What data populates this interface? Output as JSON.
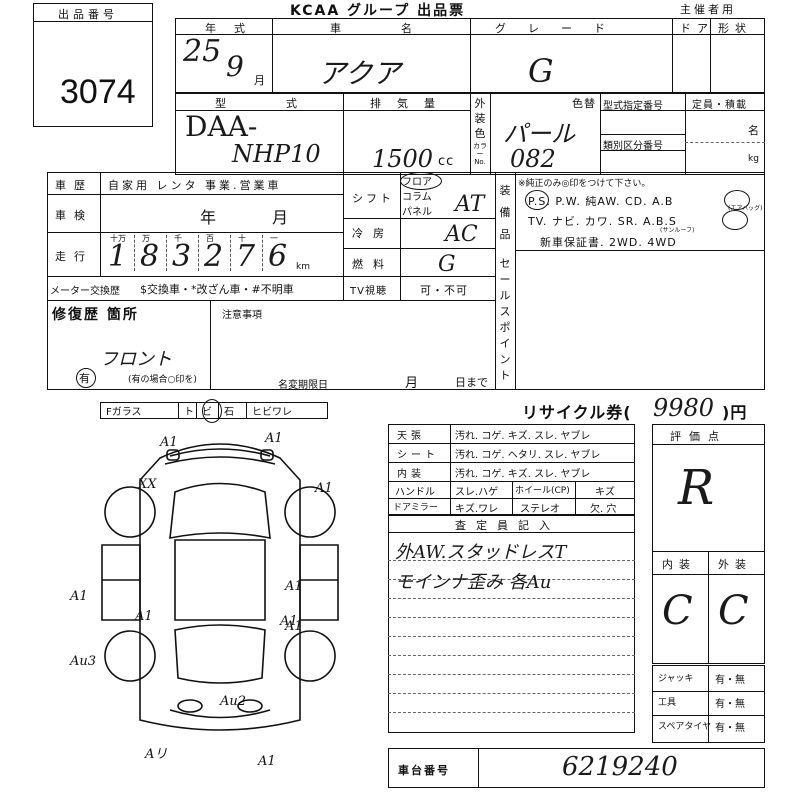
{
  "header": {
    "lot_no_label": "出品番号",
    "lot_no": "3074",
    "group_title": "KCAA グループ 出品票",
    "organizer_label": "主催者用"
  },
  "vehicle": {
    "year_label": "年式",
    "year_value": "25",
    "month_value": "9",
    "month_unit": "月",
    "name_label": "車名",
    "name_value": "アクア",
    "grade_label": "グレード",
    "grade_value": "G",
    "door_label": "ドア",
    "shape_label": "形状",
    "model_label": "型式",
    "model_value_1": "DAA-",
    "model_value_2": "NHP10",
    "displacement_label": "排気量",
    "displacement_value": "1500",
    "displacement_unit": "cc",
    "exterior_color_label": "外装色",
    "color_code_label": "カラーNo.",
    "color_change_label": "色替",
    "color_value": "パール",
    "color_code": "082",
    "type_designation_label": "型式指定番号",
    "category_label": "類別区分番号",
    "capacity_label": "定員・積載",
    "capacity_unit_1": "名",
    "capacity_unit_2": "kg"
  },
  "history": {
    "car_history_label": "車歴",
    "options": "自家用 レンタ 事業.営業車",
    "inspection_label": "車検",
    "inspection_year": "年",
    "inspection_month": "月",
    "mileage_label": "走行",
    "mileage_digit_labels": [
      "十万",
      "万",
      "千",
      "百",
      "十",
      "一"
    ],
    "mileage_digits": [
      "1",
      "8",
      "3",
      "2",
      "7",
      "6"
    ],
    "mileage_unit": "km",
    "meter_exchange_label": "メーター交換歴",
    "meter_exchange_options": "$交換車・*改ざん車・#不明車",
    "repair_label": "修復歴 箇所",
    "repair_note": "フロント",
    "repair_mark": "有",
    "repair_hint": "(有の場合○印を)",
    "notes_label": "注意事項",
    "name_change_label": "名変期限日",
    "name_change_month": "月",
    "name_change_day": "日まで"
  },
  "specs": {
    "shift_label": "シフト",
    "shift_types": [
      "フロア",
      "コラム",
      "パネル"
    ],
    "shift_value": "AT",
    "ac_label": "冷房",
    "ac_value": "AC",
    "fuel_label": "燃料",
    "fuel_value": "G",
    "tv_label": "TV視聴",
    "tv_value": "可・不可"
  },
  "equipment": {
    "side_label": "装備品",
    "note": "※純正のみ◎印をつけて下さい。",
    "row1": "P.S.  P.W.  純AW.  CD.  A.B",
    "row1_sub": "(エアバッグ)",
    "row2": "TV.  ナビ.  カワ.  SR.  A.B.S",
    "row2_sub": "(サンルーフ)",
    "row3": "新車保証書.  2WD.  4WD",
    "sales_point_label": "セールスポイント"
  },
  "glass": {
    "cells": [
      "Fガラス",
      "ト",
      "ビ",
      "石",
      "ヒビワレ"
    ]
  },
  "recycle": {
    "label": "リサイクル券(",
    "value": "9980",
    "unit": ")円"
  },
  "interior_table": {
    "rows": [
      {
        "label": "天張",
        "opts": "汚れ. コゲ. キズ. スレ. ヤブレ"
      },
      {
        "label": "シート",
        "opts": "汚れ. コゲ. ヘタリ. スレ. ヤブレ"
      },
      {
        "label": "内装",
        "opts": "汚れ. コゲ. キズ. スレ. ヤブレ"
      }
    ],
    "handle_label": "ハンドル",
    "handle_opts": "スレ.ハゲ",
    "wheel_label": "ホイール(CP)",
    "wheel_opts": "キズ",
    "mirror_label": "ドアミラー",
    "mirror_opts": "キズ.ワレ",
    "stereo_label": "ステレオ",
    "stereo_opts": "欠. 穴"
  },
  "inspector": {
    "label": "査定員記入",
    "line1": "外AW.スタッドレスT",
    "line2": "モインナ歪み 各Au"
  },
  "rating": {
    "label": "評価点",
    "value": "R",
    "interior_label": "内装",
    "exterior_label": "外装",
    "interior_value": "C",
    "exterior_value": "C"
  },
  "accessories": [
    {
      "label": "ジャッキ",
      "value": "有・無"
    },
    {
      "label": "工具",
      "value": "有・無"
    },
    {
      "label": "スペアタイヤ",
      "value": "有・無"
    }
  ],
  "chassis": {
    "label": "車台番号",
    "value": "6219240"
  },
  "diagram_marks": [
    {
      "id": "m1",
      "text": "A1"
    },
    {
      "id": "m2",
      "text": "A1"
    },
    {
      "id": "m3",
      "text": "XX"
    },
    {
      "id": "m4",
      "text": "A1"
    },
    {
      "id": "m5",
      "text": "A1"
    },
    {
      "id": "m6",
      "text": "A1"
    },
    {
      "id": "m7",
      "text": "A1"
    },
    {
      "id": "m8",
      "text": "A1"
    },
    {
      "id": "m9",
      "text": "A1"
    },
    {
      "id": "m10",
      "text": "Au3"
    },
    {
      "id": "m11",
      "text": "Au2"
    },
    {
      "id": "m12",
      "text": "Aリ"
    },
    {
      "id": "m13",
      "text": "A1"
    }
  ]
}
